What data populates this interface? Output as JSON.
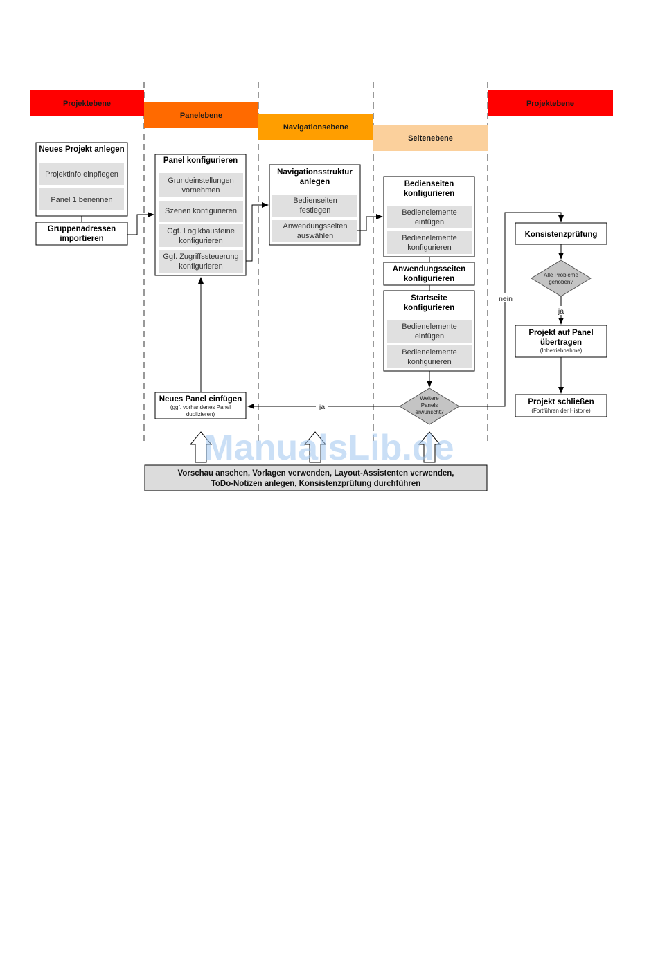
{
  "colors": {
    "projekt": "#ff0000",
    "panel": "#ff6a00",
    "navigation": "#ff9e00",
    "seiten": "#fbd09c",
    "subbox": "#e0e0e0",
    "diamond": "#c4c4c4",
    "watermark": "#9ec5ee"
  },
  "lanes": {
    "projekt_left": "Projektebene",
    "panel": "Panelebene",
    "navigation": "Navigationsebene",
    "seiten": "Seitenebene",
    "projekt_right": "Projektebene"
  },
  "boxes": {
    "neues_projekt": {
      "title": "Neues Projekt anlegen",
      "items": [
        "Projektinfo einpflegen",
        "Panel 1 benennen"
      ]
    },
    "gruppenadressen": {
      "title_lines": [
        "Gruppenadressen",
        "importieren"
      ]
    },
    "panel_konfigurieren": {
      "title": "Panel konfigurieren",
      "items": [
        [
          "Grundeinstellungen",
          "vornehmen"
        ],
        [
          "Szenen konfigurieren"
        ],
        [
          "Ggf. Logikbausteine",
          "konfigurieren"
        ],
        [
          "Ggf. Zugriffssteuerung",
          "konfigurieren"
        ]
      ]
    },
    "navigationsstruktur": {
      "title_lines": [
        "Navigationsstruktur",
        "anlegen"
      ],
      "items": [
        [
          "Bedienseiten",
          "festlegen"
        ],
        [
          "Anwendungsseiten",
          "auswählen"
        ]
      ]
    },
    "bedienseiten": {
      "title_lines": [
        "Bedienseiten",
        "konfigurieren"
      ],
      "items": [
        [
          "Bedienelemente",
          "einfügen"
        ],
        [
          "Bedienelemente",
          "konfigurieren"
        ]
      ]
    },
    "anwendungsseiten": {
      "title_lines": [
        "Anwendungsseiten",
        "konfigurieren"
      ]
    },
    "startseite": {
      "title_lines": [
        "Startseite",
        "konfigurieren"
      ],
      "items": [
        [
          "Bedienelemente",
          "einfügen"
        ],
        [
          "Bedienelemente",
          "konfigurieren"
        ]
      ]
    },
    "neues_panel": {
      "title": "Neues Panel einfügen",
      "note_lines": [
        "(ggf. vorhandenes Panel",
        "duplizieren)"
      ]
    },
    "konsistenz": {
      "title": "Konsistenzprüfung"
    },
    "uebertragen": {
      "title_lines": [
        "Projekt auf Panel",
        "übertragen"
      ],
      "note": "(Inbetriebnahme)"
    },
    "schliessen": {
      "title": "Projekt schließen",
      "note": "(Fortführen der Historie)"
    }
  },
  "decisions": {
    "weitere_panels": [
      "Weitere",
      "Panels",
      "erwünscht?"
    ],
    "alle_probleme": [
      "Alle Probleme",
      "gehoben?"
    ]
  },
  "edge_labels": {
    "ja_left": "ja",
    "ja_down": "ja",
    "nein": "nein"
  },
  "bottom_bar": {
    "lines": [
      "Vorschau ansehen, Vorlagen verwenden, Layout-Assistenten verwenden,",
      "ToDo-Notizen anlegen, Konsistenzprüfung durchführen"
    ]
  },
  "watermark": "ManualsLib.de"
}
